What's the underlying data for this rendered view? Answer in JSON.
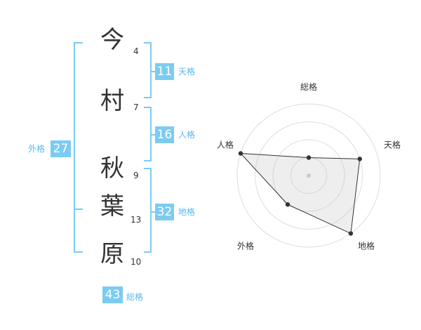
{
  "name": {
    "chars": [
      {
        "char": "今",
        "strokes": "4"
      },
      {
        "char": "村",
        "strokes": "7"
      },
      {
        "char": "秋",
        "strokes": "9"
      },
      {
        "char": "葉",
        "strokes": "13"
      },
      {
        "char": "原",
        "strokes": "10"
      }
    ]
  },
  "grids": {
    "tenkaku": {
      "value": "11",
      "label": "天格"
    },
    "jinkaku": {
      "value": "16",
      "label": "人格"
    },
    "chikaku": {
      "value": "32",
      "label": "地格"
    },
    "gaikaku": {
      "value": "27",
      "label": "外格"
    },
    "soukaku": {
      "value": "43",
      "label": "総格"
    }
  },
  "colors": {
    "accent": "#7ccbf3",
    "label": "#5bb8ee",
    "text": "#333333"
  },
  "chart_data": {
    "type": "radar",
    "axes": [
      "総格",
      "天格",
      "地格",
      "外格",
      "人格"
    ],
    "rings": 4,
    "values": [
      1,
      3,
      4,
      2,
      4
    ],
    "max": 4
  }
}
